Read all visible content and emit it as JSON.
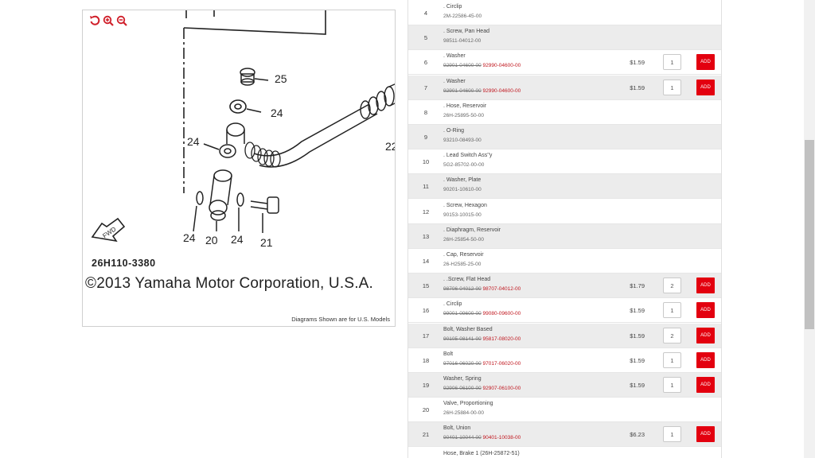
{
  "diagram": {
    "code": "26H110-3380",
    "copyright": "©2013 Yamaha Motor Corporation, U.S.A.",
    "note": "Diagrams Shown are for U.S. Models",
    "fwd_label": "FWD",
    "callouts": [
      "25",
      "24",
      "24",
      "22",
      "24",
      "20",
      "24",
      "21"
    ],
    "tools": [
      "reset-icon",
      "zoom-in-icon",
      "zoom-out-icon"
    ]
  },
  "parts": [
    {
      "ref": "4",
      "name": ". Circlip",
      "old": "",
      "num": "2M-22586-45-00",
      "price": "",
      "qty": "",
      "add": ""
    },
    {
      "ref": "5",
      "name": ". Screw, Pan Head",
      "old": "",
      "num": "98511-04012-00",
      "price": "",
      "qty": "",
      "add": ""
    },
    {
      "ref": "6",
      "name": ". Washer",
      "old": "92901-04600-00",
      "num": "92990-04600-00",
      "price": "$1.59",
      "qty": "1",
      "add": "ADD"
    },
    {
      "ref": "7",
      "name": ". Washer",
      "old": "92901-04600-00",
      "num": "92990-04600-00",
      "price": "$1.59",
      "qty": "1",
      "add": "ADD"
    },
    {
      "ref": "8",
      "name": ". Hose, Reservoir",
      "old": "",
      "num": "26H-25895-50-00",
      "price": "",
      "qty": "",
      "add": ""
    },
    {
      "ref": "9",
      "name": ". O-Ring",
      "old": "",
      "num": "93210-08493-00",
      "price": "",
      "qty": "",
      "add": ""
    },
    {
      "ref": "10",
      "name": ". Lead Switch Ass''y",
      "old": "",
      "num": "5G2-85702-00-00",
      "price": "",
      "qty": "",
      "add": ""
    },
    {
      "ref": "11",
      "name": ". Washer, Plate",
      "old": "",
      "num": "90201-10610-00",
      "price": "",
      "qty": "",
      "add": ""
    },
    {
      "ref": "12",
      "name": ". Screw, Hexagon",
      "old": "",
      "num": "90153-10015-00",
      "price": "",
      "qty": "",
      "add": ""
    },
    {
      "ref": "13",
      "name": ". Diaphragm, Reservoir",
      "old": "",
      "num": "26H-25854-50-00",
      "price": "",
      "qty": "",
      "add": ""
    },
    {
      "ref": "14",
      "name": ". Cap, Reservoir",
      "old": "",
      "num": "26-H2585-25-00",
      "price": "",
      "qty": "",
      "add": ""
    },
    {
      "ref": "15",
      "name": ". .Screw, Flat Head",
      "old": "98706-04012-00",
      "num": "98707-04012-00",
      "price": "$1.79",
      "qty": "2",
      "add": "ADD"
    },
    {
      "ref": "16",
      "name": ". Circlip",
      "old": "99001-09600-00",
      "num": "99080-09600-00",
      "price": "$1.59",
      "qty": "1",
      "add": "ADD"
    },
    {
      "ref": "17",
      "name": "Bolt, Washer Based",
      "old": "90105-08141-00",
      "num": "95817-08020-00",
      "price": "$1.59",
      "qty": "2",
      "add": "ADD"
    },
    {
      "ref": "18",
      "name": "Bolt",
      "old": "97016-06020-00",
      "num": "97017-06020-00",
      "price": "$1.59",
      "qty": "1",
      "add": "ADD"
    },
    {
      "ref": "19",
      "name": "Washer, Spring",
      "old": "92906-06100-00",
      "num": "92907-06100-00",
      "price": "$1.59",
      "qty": "1",
      "add": "ADD"
    },
    {
      "ref": "20",
      "name": "Valve, Proportioning",
      "old": "",
      "num": "26H-25884-00-00",
      "price": "",
      "qty": "",
      "add": ""
    },
    {
      "ref": "21",
      "name": "Bolt, Union",
      "old": "90401-10044-00",
      "num": "90401-10038-00",
      "price": "$6.23",
      "qty": "1",
      "add": "ADD"
    },
    {
      "ref": "",
      "name": "Hose, Brake 1 (26H-25872-51)",
      "old": "",
      "num": "",
      "price": "",
      "qty": "",
      "add": ""
    }
  ]
}
